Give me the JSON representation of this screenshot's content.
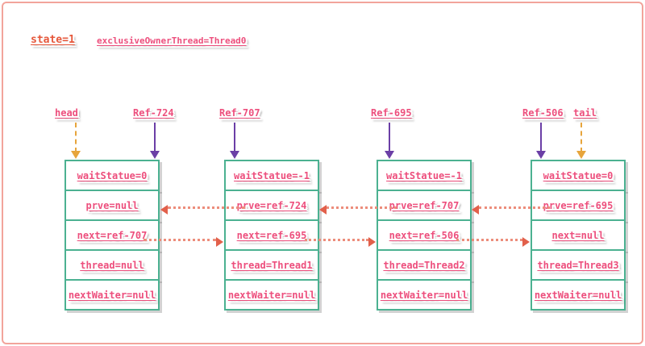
{
  "header": {
    "state_label": "state=1",
    "owner_label": "exclusiveOwnerThread=Thread0"
  },
  "pointers": [
    {
      "label": "head",
      "arrow_style": "dashed-orange",
      "points_to": "node-1"
    },
    {
      "label": "Ref-724",
      "arrow_style": "solid-purple",
      "points_to": "node-1"
    },
    {
      "label": "Ref-707",
      "arrow_style": "solid-purple",
      "points_to": "node-2"
    },
    {
      "label": "Ref-695",
      "arrow_style": "solid-purple",
      "points_to": "node-3"
    },
    {
      "label": "Ref-506",
      "arrow_style": "solid-purple",
      "points_to": "node-4"
    },
    {
      "label": "tail",
      "arrow_style": "dashed-orange",
      "points_to": "node-4"
    }
  ],
  "nodes": [
    {
      "ref": "Ref-724",
      "rows": [
        "waitStatue=0",
        "prve=null",
        "next=ref-707",
        "thread=null",
        "nextWaiter=null"
      ]
    },
    {
      "ref": "Ref-707",
      "rows": [
        "waitStatue=-1",
        "prve=ref-724",
        "next=ref-695",
        "thread=Thread1",
        "nextWaiter=null"
      ]
    },
    {
      "ref": "Ref-695",
      "rows": [
        "waitStatue=-1",
        "prve=ref-707",
        "next=ref-506",
        "thread=Thread2",
        "nextWaiter=null"
      ]
    },
    {
      "ref": "Ref-506",
      "rows": [
        "waitStatue=0",
        "prve=ref-695",
        "next=null",
        "thread=Thread3",
        "nextWaiter=null"
      ]
    }
  ],
  "links": [
    {
      "type": "prve",
      "from": "node-2",
      "to": "node-1",
      "direction": "left"
    },
    {
      "type": "prve",
      "from": "node-3",
      "to": "node-2",
      "direction": "left"
    },
    {
      "type": "prve",
      "from": "node-4",
      "to": "node-3",
      "direction": "left"
    },
    {
      "type": "next",
      "from": "node-1",
      "to": "node-2",
      "direction": "right"
    },
    {
      "type": "next",
      "from": "node-2",
      "to": "node-3",
      "direction": "right"
    },
    {
      "type": "next",
      "from": "node-3",
      "to": "node-4",
      "direction": "right"
    }
  ],
  "colors": {
    "frame": "#f2a49b",
    "node_border": "#4bb191",
    "text_pink": "#ed4f7d",
    "state_orange_red": "#e6573b",
    "pointer_purple": "#6b3fa6",
    "pointer_orange": "#e7a53c",
    "link_dotted_salmon": "#ec8d7b",
    "link_arrowhead": "#e2604b"
  }
}
